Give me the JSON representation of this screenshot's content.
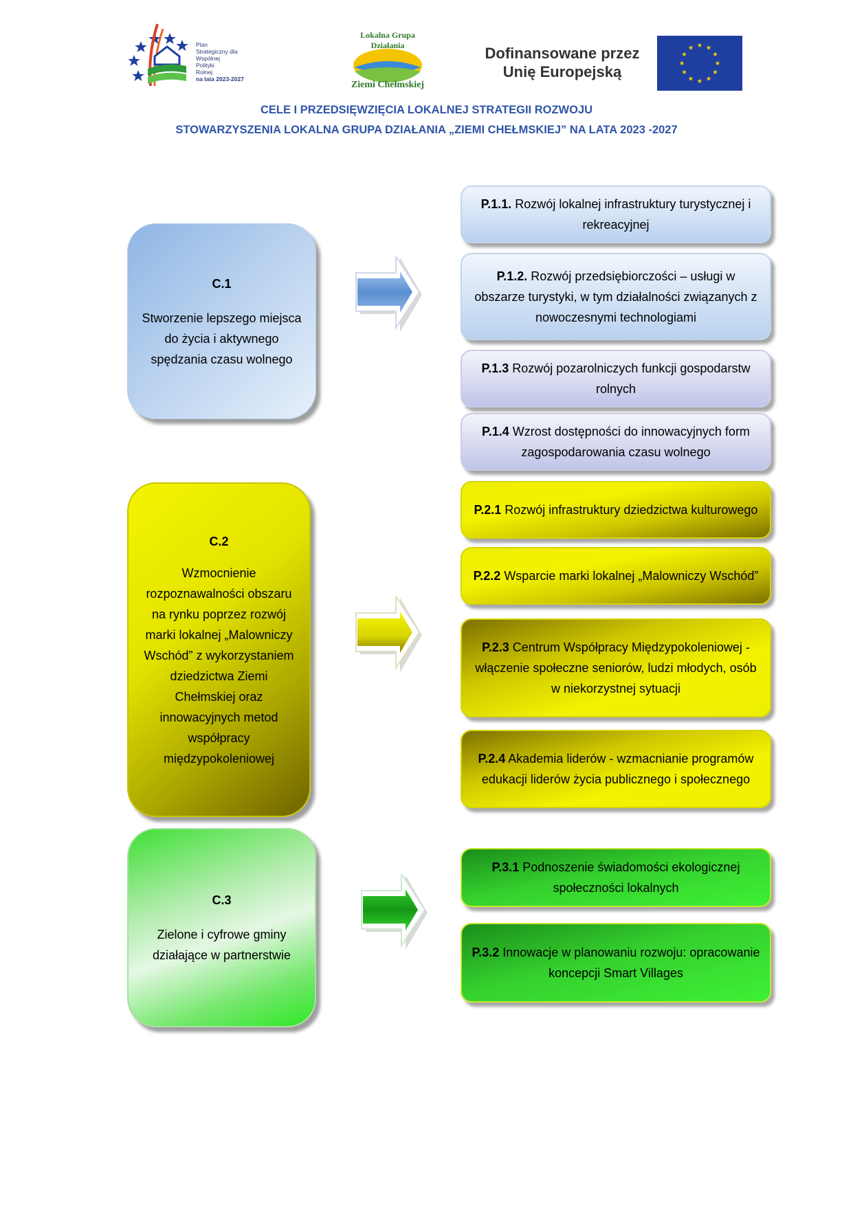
{
  "header": {
    "psp_logo": {
      "lines": [
        "Plan",
        "Strategiczny dla",
        "Wspólnej",
        "Polityki",
        "Rolnej",
        "na lata 2023-2027"
      ]
    },
    "lgd_logo": {
      "arc_text": "Lokalna Grupa Działania",
      "bottom_text": "Ziemi Chełmskiej"
    },
    "eu_logo": {
      "line1": "Dofinansowane przez",
      "line2": "Unię Europejską",
      "flag_color": "#1f3fa0",
      "star_color": "#f5d200"
    }
  },
  "title": {
    "line1": "CELE I PRZEDSIĘWZIĘCIA LOKALNEJ STRATEGII ROZWOJU",
    "line2": "STOWARZYSZENIA LOKALNA GRUPA DZIAŁANIA „ZIEMI CHEŁMSKIEJ” NA LATA 2023 -2027"
  },
  "goals": [
    {
      "code": "C.1",
      "text": "Stworzenie lepszego miejsca do życia i aktywnego spędzania czasu wolnego",
      "color": "#8fb6e4",
      "projects": [
        {
          "code": "P.1.1.",
          "text": "Rozwój lokalnej infrastruktury turystycznej i rekreacyjnej"
        },
        {
          "code": "P.1.2.",
          "text": "Rozwój przedsiębiorczości – usługi w obszarze turystyki, w tym działalności związanych z nowoczesnymi technologiami"
        },
        {
          "code": "P.1.3",
          "text": " Rozwój pozarolniczych funkcji gospodarstw rolnych"
        },
        {
          "code": "P.1.4",
          "text": "Wzrost dostępności do innowacyjnych form zagospodarowania czasu wolnego"
        }
      ]
    },
    {
      "code": "C.2",
      "text": "Wzmocnienie rozpoznawalności obszaru na rynku poprzez rozwój marki lokalnej „Malowniczy Wschód” z wykorzystaniem dziedzictwa Ziemi Chełmskiej oraz innowacyjnych metod współpracy międzypokoleniowej",
      "color": "#eeee00",
      "projects": [
        {
          "code": "P.2.1",
          "text": "Rozwój infrastruktury dziedzictwa kulturowego"
        },
        {
          "code": "P.2.2",
          "text": "Wsparcie marki lokalnej „Malowniczy Wschód”"
        },
        {
          "code": "P.2.3",
          "text": "Centrum Współpracy Międzypokoleniowej - włączenie społeczne seniorów, ludzi młodych, osób w niekorzystnej sytuacji"
        },
        {
          "code": "P.2.4",
          "text": "Akademia liderów - wzmacnianie programów edukacji liderów życia publicznego i społecznego"
        }
      ]
    },
    {
      "code": "C.3",
      "text": "Zielone i cyfrowe gminy działające w partnerstwie",
      "color": "#35d02e",
      "projects": [
        {
          "code": "P.3.1",
          "text": "Podnoszenie świadomości ekologicznej społeczności lokalnych"
        },
        {
          "code": "P.3.2",
          "text": "Innowacje w planowaniu rozwoju: opracowanie koncepcji Smart Villages"
        }
      ]
    }
  ]
}
